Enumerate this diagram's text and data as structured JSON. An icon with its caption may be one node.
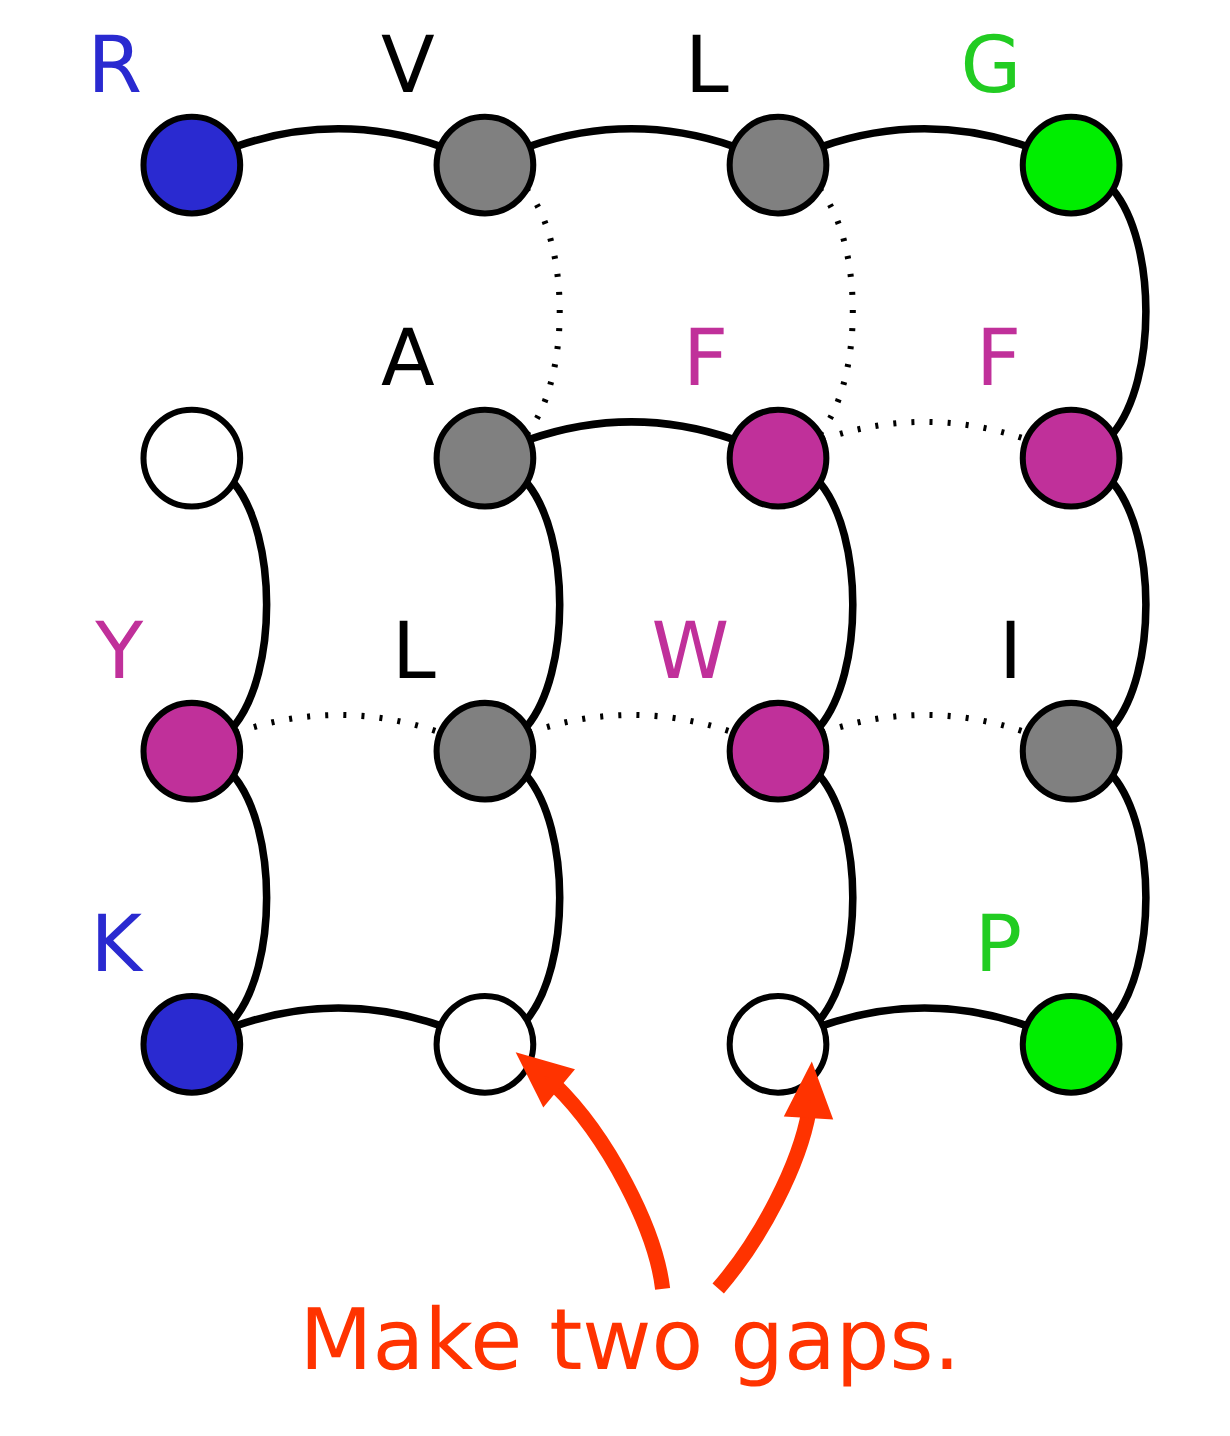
{
  "diagram": {
    "nodes": [
      {
        "text": [],
        "shape": "circle",
        "beside": [
          "R"
        ]
      },
      {
        "text": [],
        "shape": "circle",
        "beside": [
          "V"
        ]
      },
      {
        "text": [],
        "shape": "circle",
        "beside": [
          "L"
        ]
      },
      {
        "text": [],
        "shape": "circle",
        "beside": [
          "G"
        ]
      },
      {
        "text": [],
        "shape": "circle"
      },
      {
        "text": [],
        "shape": "circle",
        "beside": [
          "A"
        ]
      },
      {
        "text": [],
        "shape": "circle",
        "beside": [
          "F"
        ]
      },
      {
        "text": [],
        "shape": "circle",
        "beside": [
          "F"
        ]
      },
      {
        "text": [],
        "shape": "circle",
        "beside": [
          "Y"
        ]
      },
      {
        "text": [],
        "shape": "circle",
        "beside": [
          "L"
        ]
      },
      {
        "text": [],
        "shape": "circle",
        "beside": [
          "W"
        ]
      },
      {
        "text": [],
        "shape": "circle",
        "beside": [
          "I"
        ]
      },
      {
        "text": [],
        "shape": "circle",
        "beside": [
          "K"
        ]
      },
      {
        "text": [],
        "shape": "circle"
      },
      {
        "text": [],
        "shape": "circle"
      },
      {
        "text": [],
        "shape": "circle",
        "beside": [
          "P"
        ]
      },
      {
        "text": [
          "Make two gaps."
        ]
      }
    ],
    "edges": [
      {
        "from": 4,
        "to": 8,
        "arrow": "none"
      },
      {
        "from": 8,
        "to": 12,
        "arrow": "none"
      },
      {
        "from": 12,
        "to": 13,
        "arrow": "none"
      },
      {
        "from": 13,
        "to": 9,
        "arrow": "none"
      },
      {
        "from": 9,
        "to": 5,
        "arrow": "none"
      },
      {
        "from": 5,
        "to": 6,
        "arrow": "none"
      },
      {
        "from": 6,
        "to": 10,
        "arrow": "none"
      },
      {
        "from": 10,
        "to": 14,
        "arrow": "none"
      },
      {
        "from": 14,
        "to": 15,
        "arrow": "none"
      },
      {
        "from": 15,
        "to": 11,
        "arrow": "none"
      },
      {
        "from": 11,
        "to": 7,
        "arrow": "none"
      },
      {
        "from": 7,
        "to": 3,
        "arrow": "none"
      },
      {
        "from": 3,
        "to": 2,
        "arrow": "none"
      },
      {
        "from": 2,
        "to": 1,
        "arrow": "none"
      },
      {
        "from": 1,
        "to": 0,
        "arrow": "none"
      },
      {
        "from": 1,
        "to": 5,
        "arrow": "none",
        "style": "dashed"
      },
      {
        "from": 2,
        "to": 6,
        "arrow": "none",
        "style": "dashed"
      },
      {
        "from": 6,
        "to": 7,
        "arrow": "none",
        "style": "dashed"
      },
      {
        "from": 8,
        "to": 9,
        "arrow": "none",
        "style": "dashed"
      },
      {
        "from": 9,
        "to": 10,
        "arrow": "none",
        "style": "dashed"
      },
      {
        "from": 10,
        "to": 11,
        "arrow": "none",
        "style": "dashed"
      },
      {
        "from": 16,
        "to": 13,
        "arrow": "to",
        "style": "thick",
        "color": "#ff3300"
      },
      {
        "from": 16,
        "to": 14,
        "arrow": "to",
        "style": "thick",
        "color": "#ff3300"
      }
    ]
  }
}
